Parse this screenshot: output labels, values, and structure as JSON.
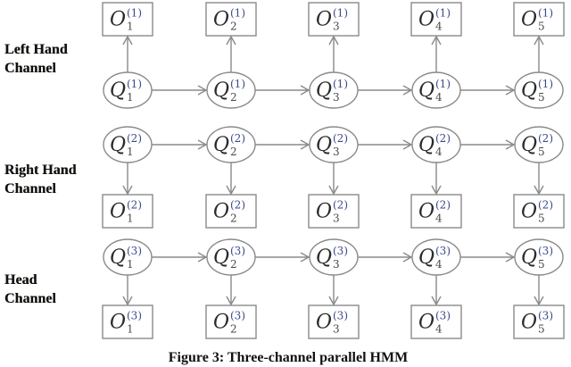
{
  "diagram": {
    "type": "parallel-hmm",
    "colors": {
      "stroke": "#8a8a8a",
      "node_fill": "#ffffff",
      "main_symbol": "#2a2a2a",
      "superscript": "#3b4a8a",
      "subscript": "#4a4a4a"
    },
    "columns": [
      1,
      2,
      3,
      4,
      5
    ],
    "channels": [
      {
        "id": 1,
        "label_line1": "Left Hand",
        "label_line2": "Channel",
        "observation_position": "above",
        "states": [
          "Q_1^(1)",
          "Q_2^(1)",
          "Q_3^(1)",
          "Q_4^(1)",
          "Q_5^(1)"
        ],
        "observations": [
          "O_1^(1)",
          "O_2^(1)",
          "O_3^(1)",
          "O_4^(1)",
          "O_5^(1)"
        ]
      },
      {
        "id": 2,
        "label_line1": "Right Hand",
        "label_line2": "Channel",
        "observation_position": "below",
        "states": [
          "Q_1^(2)",
          "Q_2^(2)",
          "Q_3^(2)",
          "Q_4^(2)",
          "Q_5^(2)"
        ],
        "observations": [
          "O_1^(2)",
          "O_2^(2)",
          "O_3^(2)",
          "O_4^(2)",
          "O_5^(2)"
        ]
      },
      {
        "id": 3,
        "label_line1": "Head",
        "label_line2": "Channel",
        "observation_position": "below",
        "states": [
          "Q_1^(3)",
          "Q_2^(3)",
          "Q_3^(3)",
          "Q_4^(3)",
          "Q_5^(3)"
        ],
        "observations": [
          "O_1^(3)",
          "O_2^(3)",
          "O_3^(3)",
          "O_4^(3)",
          "O_5^(3)"
        ]
      }
    ],
    "symbols": {
      "state": "Q",
      "observation": "O"
    },
    "caption": "Figure 3: Three-channel parallel HMM"
  }
}
